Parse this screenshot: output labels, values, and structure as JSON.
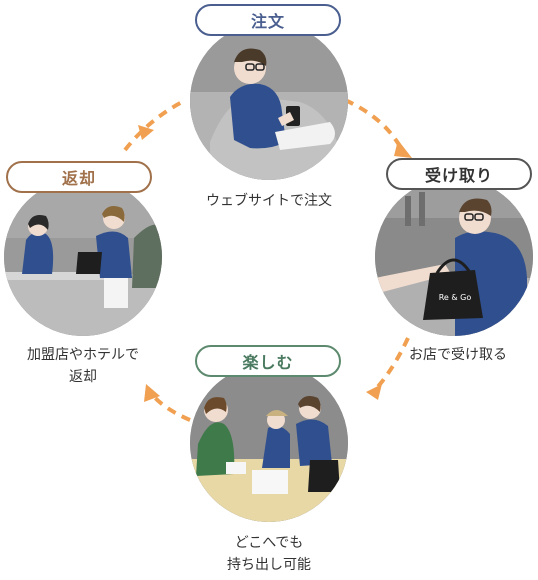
{
  "steps": {
    "order": {
      "label": "注文",
      "caption": "ウェブサイトで注文",
      "accent": "#4a5f8f"
    },
    "receive": {
      "label": "受け取り",
      "caption": "お店で受け取る",
      "accent": "#555555"
    },
    "enjoy": {
      "label": "楽しむ",
      "caption_line1": "どこへでも",
      "caption_line2": "持ち出し可能",
      "accent": "#5d8a6e"
    },
    "return": {
      "label": "返却",
      "caption_line1": "加盟店やホテルで",
      "caption_line2": "返却",
      "accent": "#a0714a"
    }
  },
  "bag_logo": "Re & Go",
  "arrow_color": "#f0a050",
  "icons": [
    "arrow-head-icon"
  ]
}
